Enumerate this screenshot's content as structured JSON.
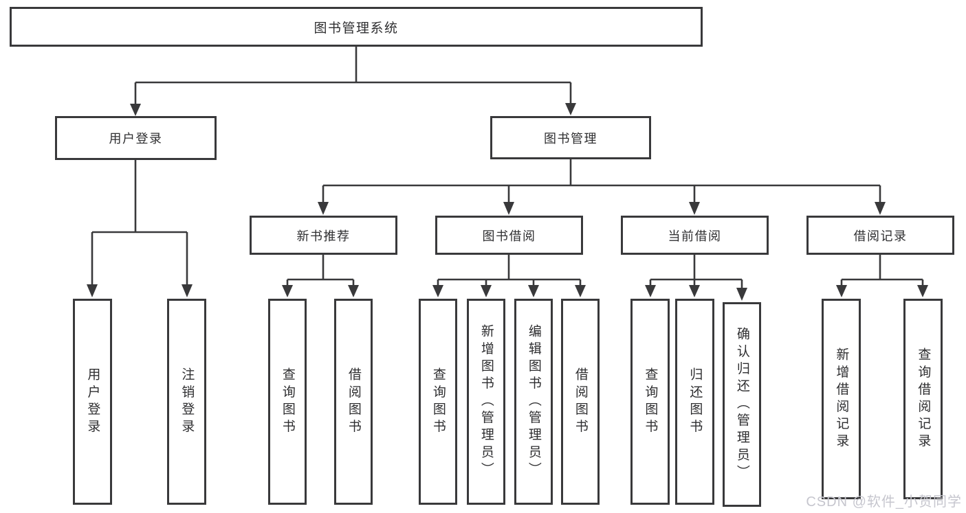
{
  "tree": {
    "root": {
      "label": "图书管理系统"
    },
    "level2": [
      {
        "label": "用户登录",
        "leaves": [
          {
            "label": "用户登录"
          },
          {
            "label": "注销登录"
          }
        ]
      },
      {
        "label": "图书管理",
        "groups": [
          {
            "label": "新书推荐",
            "leaves": [
              {
                "label": "查询图书"
              },
              {
                "label": "借阅图书"
              }
            ]
          },
          {
            "label": "图书借阅",
            "leaves": [
              {
                "label": "查询图书"
              },
              {
                "label": "新增图书（管理员）"
              },
              {
                "label": "编辑图书（管理员）"
              },
              {
                "label": "借阅图书"
              }
            ]
          },
          {
            "label": "当前借阅",
            "leaves": [
              {
                "label": "查询图书"
              },
              {
                "label": "归还图书"
              },
              {
                "label": "确认归还（管理员）"
              }
            ]
          },
          {
            "label": "借阅记录",
            "leaves": [
              {
                "label": "新增借阅记录"
              },
              {
                "label": "查询借阅记录"
              }
            ]
          }
        ]
      }
    ]
  },
  "watermark": {
    "text": "CSDN @软件_小贺同学"
  },
  "colors": {
    "line": "#39393b",
    "box_border": "#39393b",
    "box_fill": "#ffffff",
    "text": "#2e2e30",
    "watermark": "#c6c6ce",
    "background": "#ffffff"
  }
}
